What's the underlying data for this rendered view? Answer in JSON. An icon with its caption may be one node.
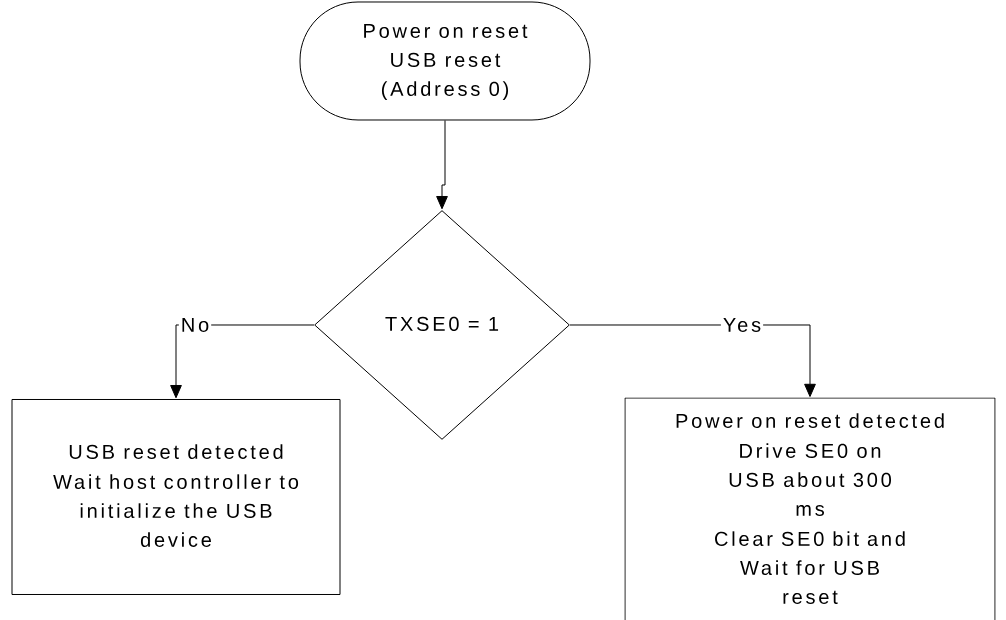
{
  "diagram": {
    "nodes": [
      {
        "text": [
          "Power on reset USB reset (Address 0)"
        ]
      },
      {
        "text": [
          "TXSE0 = 1"
        ]
      },
      {
        "text": [
          "USB reset detected",
          "Wait host controller to initialize the USB device"
        ]
      },
      {
        "text": [
          "Power on reset detected",
          "Drive SE0 on USB about 300 ms",
          "Clear SE0 bit and Wait for USB reset"
        ]
      }
    ],
    "edges": [
      {
        "from": 0,
        "to": 1,
        "arrow": "to"
      },
      {
        "from": 1,
        "to": 2,
        "arrow": "to",
        "label": "No"
      },
      {
        "from": 1,
        "to": 3,
        "arrow": "to",
        "label": "Yes"
      }
    ]
  }
}
